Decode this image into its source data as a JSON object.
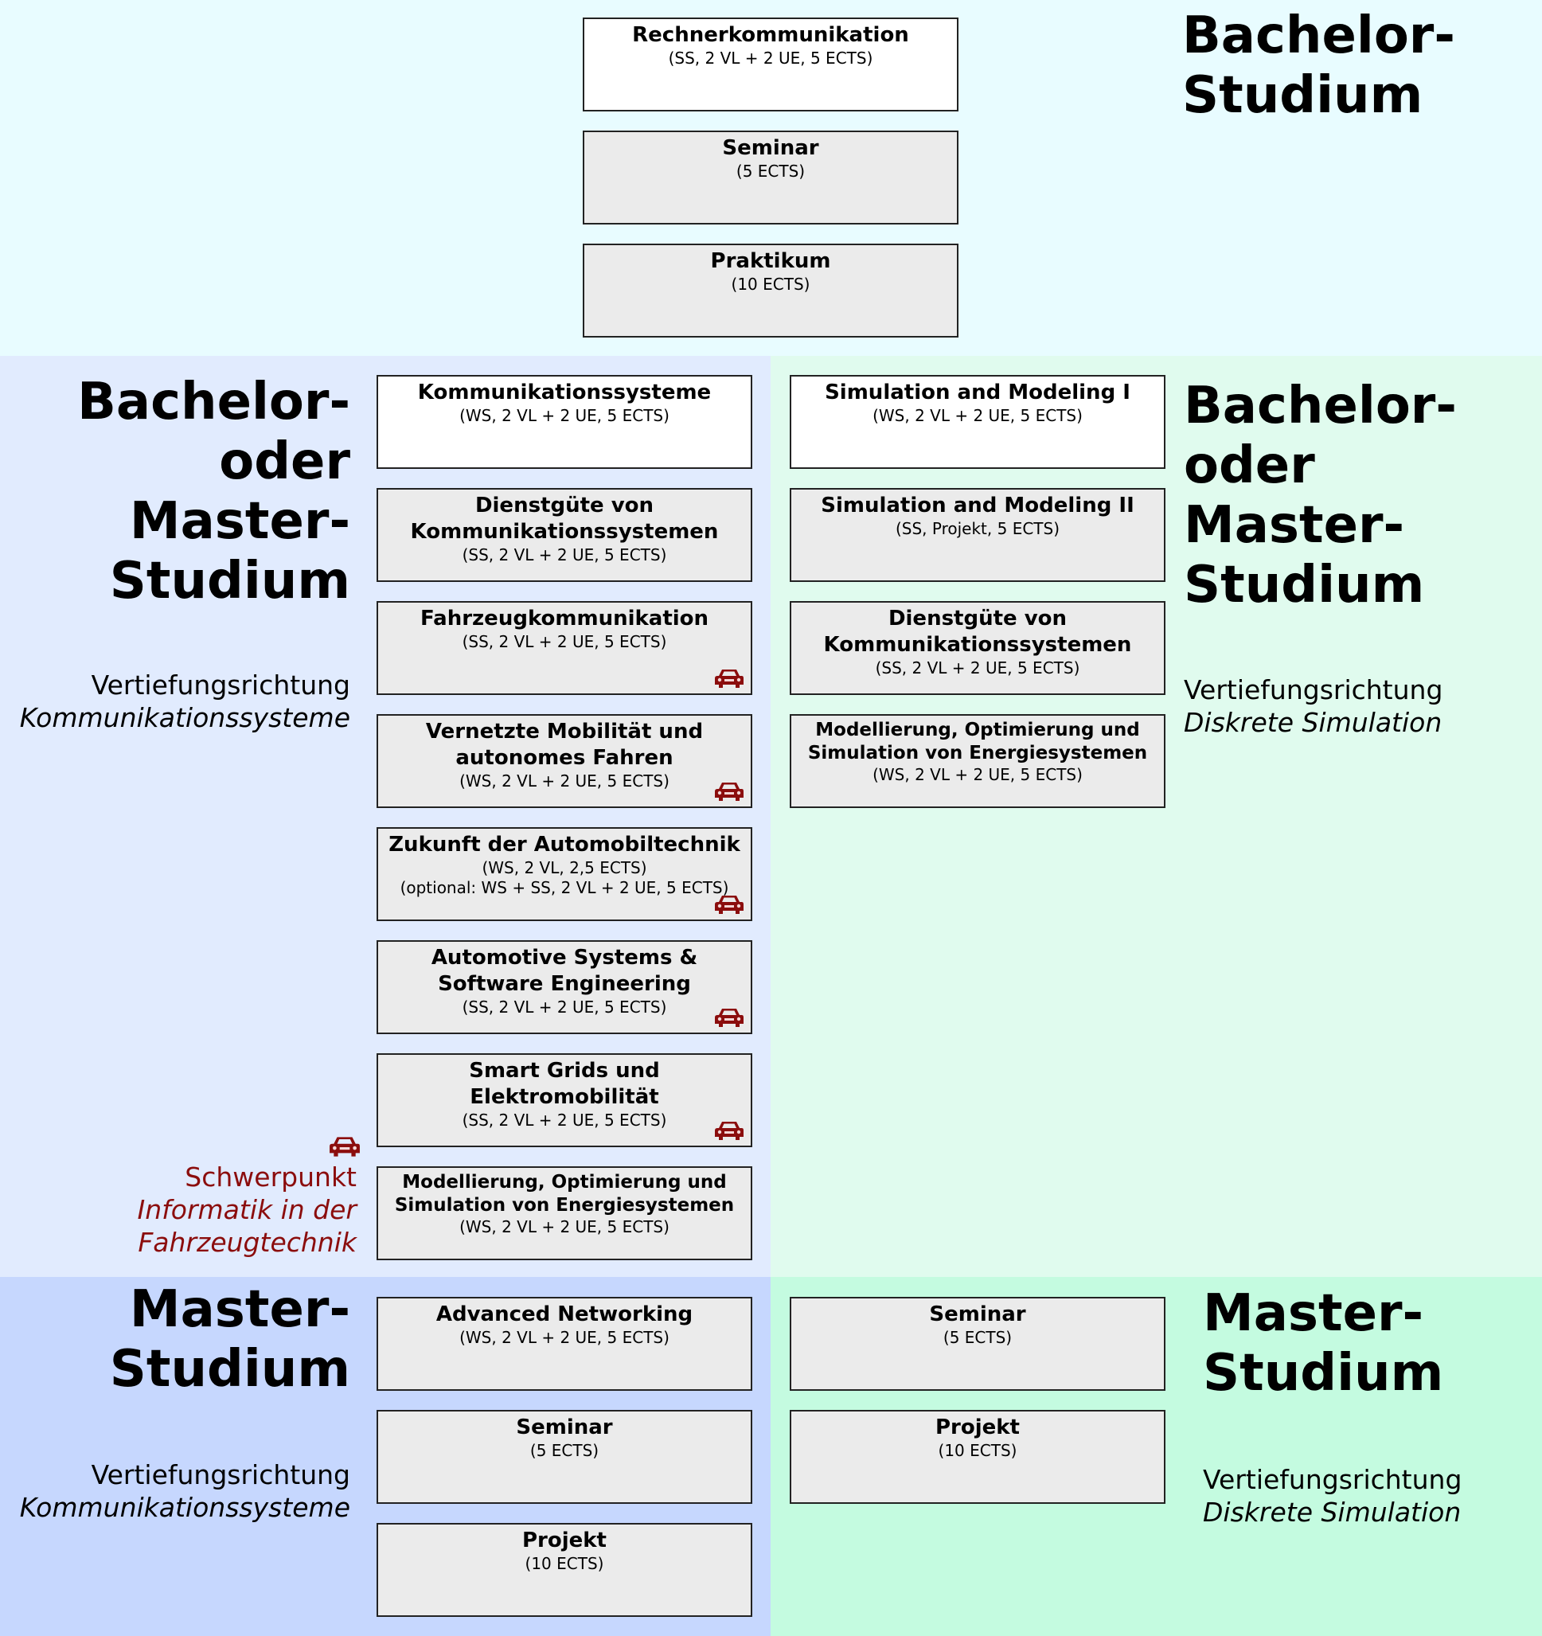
{
  "sections": {
    "top": {
      "heading": "Bachelor-\nStudium",
      "color": "#e8fcff",
      "courses": [
        {
          "title": "Rechnerkommunikation",
          "details": "(SS, 2 VL + 2 UE, 5 ECTS)",
          "style": "white"
        },
        {
          "title": "Seminar",
          "details": "(5 ECTS)",
          "style": "grey"
        },
        {
          "title": "Praktikum",
          "details": "(10 ECTS)",
          "style": "grey"
        }
      ]
    },
    "mid_left": {
      "heading": "Bachelor-\noder\nMaster-\nStudium",
      "color": "#e1ebfe",
      "track_label": "Vertiefungsrichtung",
      "track_name": "Kommunikationssysteme",
      "focus_label": "Schwerpunkt",
      "focus_name_1": "Informatik in der",
      "focus_name_2": "Fahrzeugtechnik",
      "focus_color": "#8b0d0d",
      "courses": [
        {
          "title": "Kommunikationssysteme",
          "details": "(WS, 2 VL + 2 UE, 5 ECTS)",
          "style": "white",
          "car": false
        },
        {
          "title": "Dienstgüte von\nKommunikationssystemen",
          "details": "(SS, 2 VL + 2 UE, 5 ECTS)",
          "style": "grey",
          "car": false
        },
        {
          "title": "Fahrzeugkommunikation",
          "details": "(SS, 2 VL + 2 UE, 5 ECTS)",
          "style": "grey",
          "car": true
        },
        {
          "title": "Vernetzte Mobilität und\nautonomes Fahren",
          "details": "(WS, 2 VL + 2 UE, 5 ECTS)",
          "style": "grey",
          "car": true
        },
        {
          "title": "Zukunft der Automobiltechnik",
          "details": "(WS, 2 VL, 2,5 ECTS)\n(optional: WS + SS, 2 VL + 2 UE, 5 ECTS)",
          "style": "grey",
          "car": true
        },
        {
          "title": "Automotive Systems &\nSoftware Engineering",
          "details": "(SS, 2 VL + 2 UE, 5 ECTS)",
          "style": "grey",
          "car": true
        },
        {
          "title": "Smart Grids und\nElektromobilität",
          "details": "(SS, 2 VL + 2 UE, 5 ECTS)",
          "style": "grey",
          "car": true
        },
        {
          "title": "Modellierung, Optimierung und\nSimulation von Energiesystemen",
          "details": "(WS, 2 VL + 2 UE, 5 ECTS)",
          "style": "grey",
          "car": false,
          "small": true
        }
      ]
    },
    "mid_right": {
      "heading": "Bachelor-\noder\nMaster-\nStudium",
      "color": "#e0fbee",
      "track_label": "Vertiefungsrichtung",
      "track_name": "Diskrete Simulation",
      "courses": [
        {
          "title": "Simulation and Modeling I",
          "details": "(WS, 2 VL + 2 UE, 5 ECTS)",
          "style": "white"
        },
        {
          "title": "Simulation and Modeling II",
          "details": "(SS, Projekt, 5 ECTS)",
          "style": "grey"
        },
        {
          "title": "Dienstgüte von\nKommunikationssystemen",
          "details": "(SS, 2 VL + 2 UE, 5 ECTS)",
          "style": "grey"
        },
        {
          "title": "Modellierung, Optimierung und\nSimulation von Energiesystemen",
          "details": "(WS, 2 VL + 2 UE, 5 ECTS)",
          "style": "grey",
          "small": true
        }
      ]
    },
    "bottom_left": {
      "heading": "Master-\nStudium",
      "color": "#c6d7fe",
      "track_label": "Vertiefungsrichtung",
      "track_name": "Kommunikationssysteme",
      "courses": [
        {
          "title": "Advanced Networking",
          "details": "(WS, 2 VL + 2 UE, 5 ECTS)",
          "style": "grey"
        },
        {
          "title": "Seminar",
          "details": "(5 ECTS)",
          "style": "grey"
        },
        {
          "title": "Projekt",
          "details": "(10 ECTS)",
          "style": "grey"
        }
      ]
    },
    "bottom_right": {
      "heading": "Master-\nStudium",
      "color": "#c4fbe0",
      "track_label": "Vertiefungsrichtung",
      "track_name": "Diskrete Simulation",
      "courses": [
        {
          "title": "Seminar",
          "details": "(5 ECTS)",
          "style": "grey"
        },
        {
          "title": "Projekt",
          "details": "(10 ECTS)",
          "style": "grey"
        }
      ]
    }
  },
  "icons": {
    "car": "car-icon",
    "car_color": "#8b0d0d"
  }
}
